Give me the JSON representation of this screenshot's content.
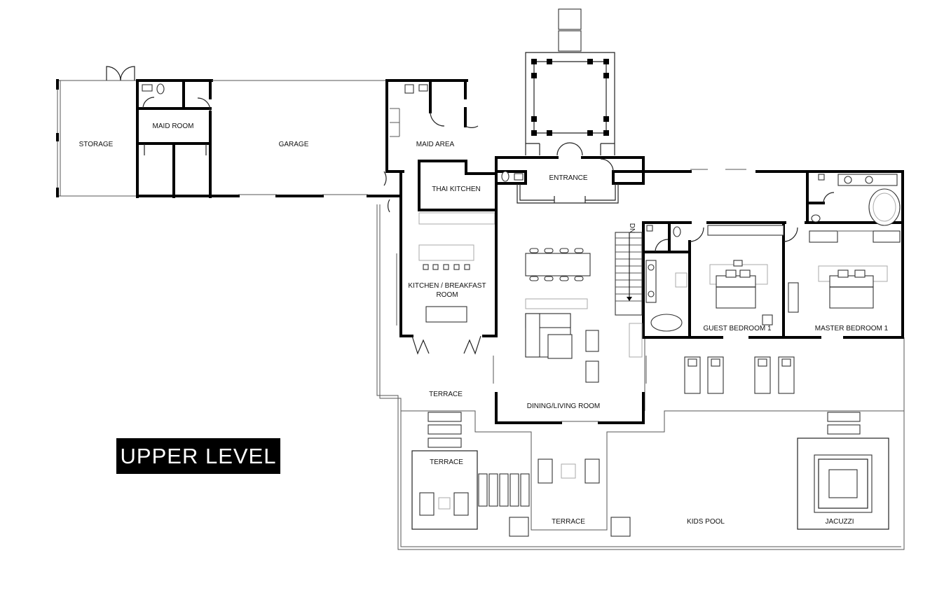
{
  "plan": {
    "level_title": "UPPER LEVEL",
    "rooms": {
      "storage": "STORAGE",
      "maid_room": "MAID ROOM",
      "garage": "GARAGE",
      "maid_area": "MAID AREA",
      "thai_kitchen": "THAI KITCHEN",
      "entrance": "ENTRANCE",
      "kitchen_line1": "KITCHEN / BREAKFAST",
      "kitchen_line2": "ROOM",
      "guest_bedroom": "GUEST BEDROOM 1",
      "master_bedroom": "MASTER BEDROOM 1",
      "terrace_main": "TERRACE",
      "dining_living": "DINING/LIVING ROOM",
      "terrace_lower_left": "TERRACE",
      "terrace_lower_mid": "TERRACE",
      "kids_pool": "KIDS POOL",
      "jacuzzi": "JACUZZI"
    },
    "stair_label": "DN"
  }
}
